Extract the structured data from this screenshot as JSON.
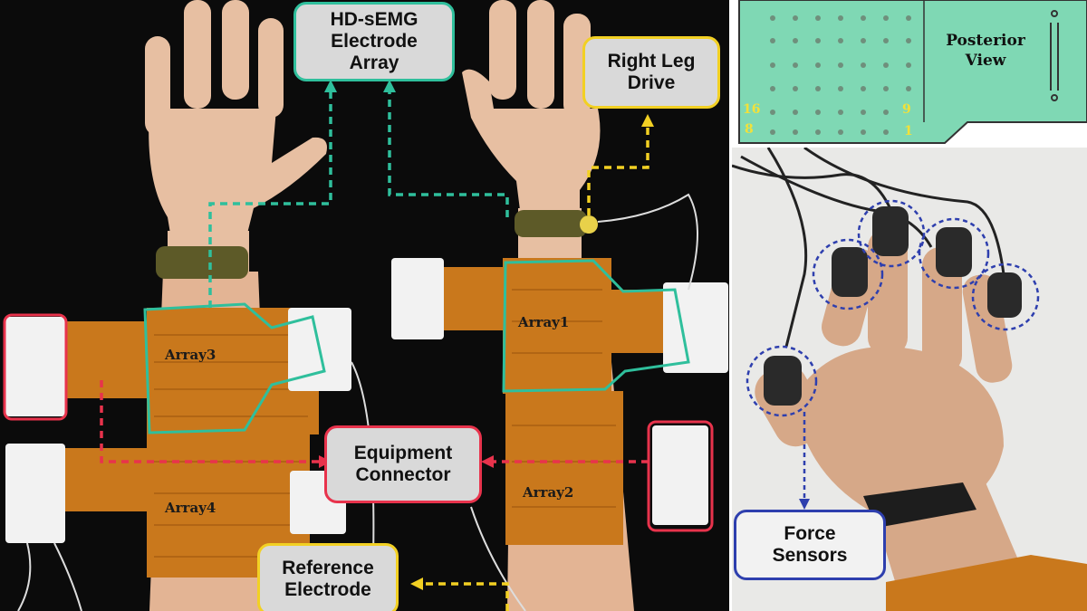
{
  "labels": {
    "hdsemg": "HD-sEMG\nElectrode\nArray",
    "right_leg_drive": "Right Leg\nDrive",
    "equipment_connector": "Equipment\nConnector",
    "reference_electrode": "Reference\nElectrode",
    "force_sensors": "Force\nSensors"
  },
  "arrays": {
    "array1": "Array1",
    "array2": "Array2",
    "array3": "Array3",
    "array4": "Array4"
  },
  "schematic": {
    "view_label": "Posterior\nView",
    "num_16": "16",
    "num_9": "9",
    "num_8": "8",
    "num_1": "1"
  },
  "colors": {
    "teal": "#2fbf9c",
    "yellow": "#f2d023",
    "red": "#e8334c",
    "blue": "#2e3fae",
    "electrode_orange": "#c9781c"
  }
}
